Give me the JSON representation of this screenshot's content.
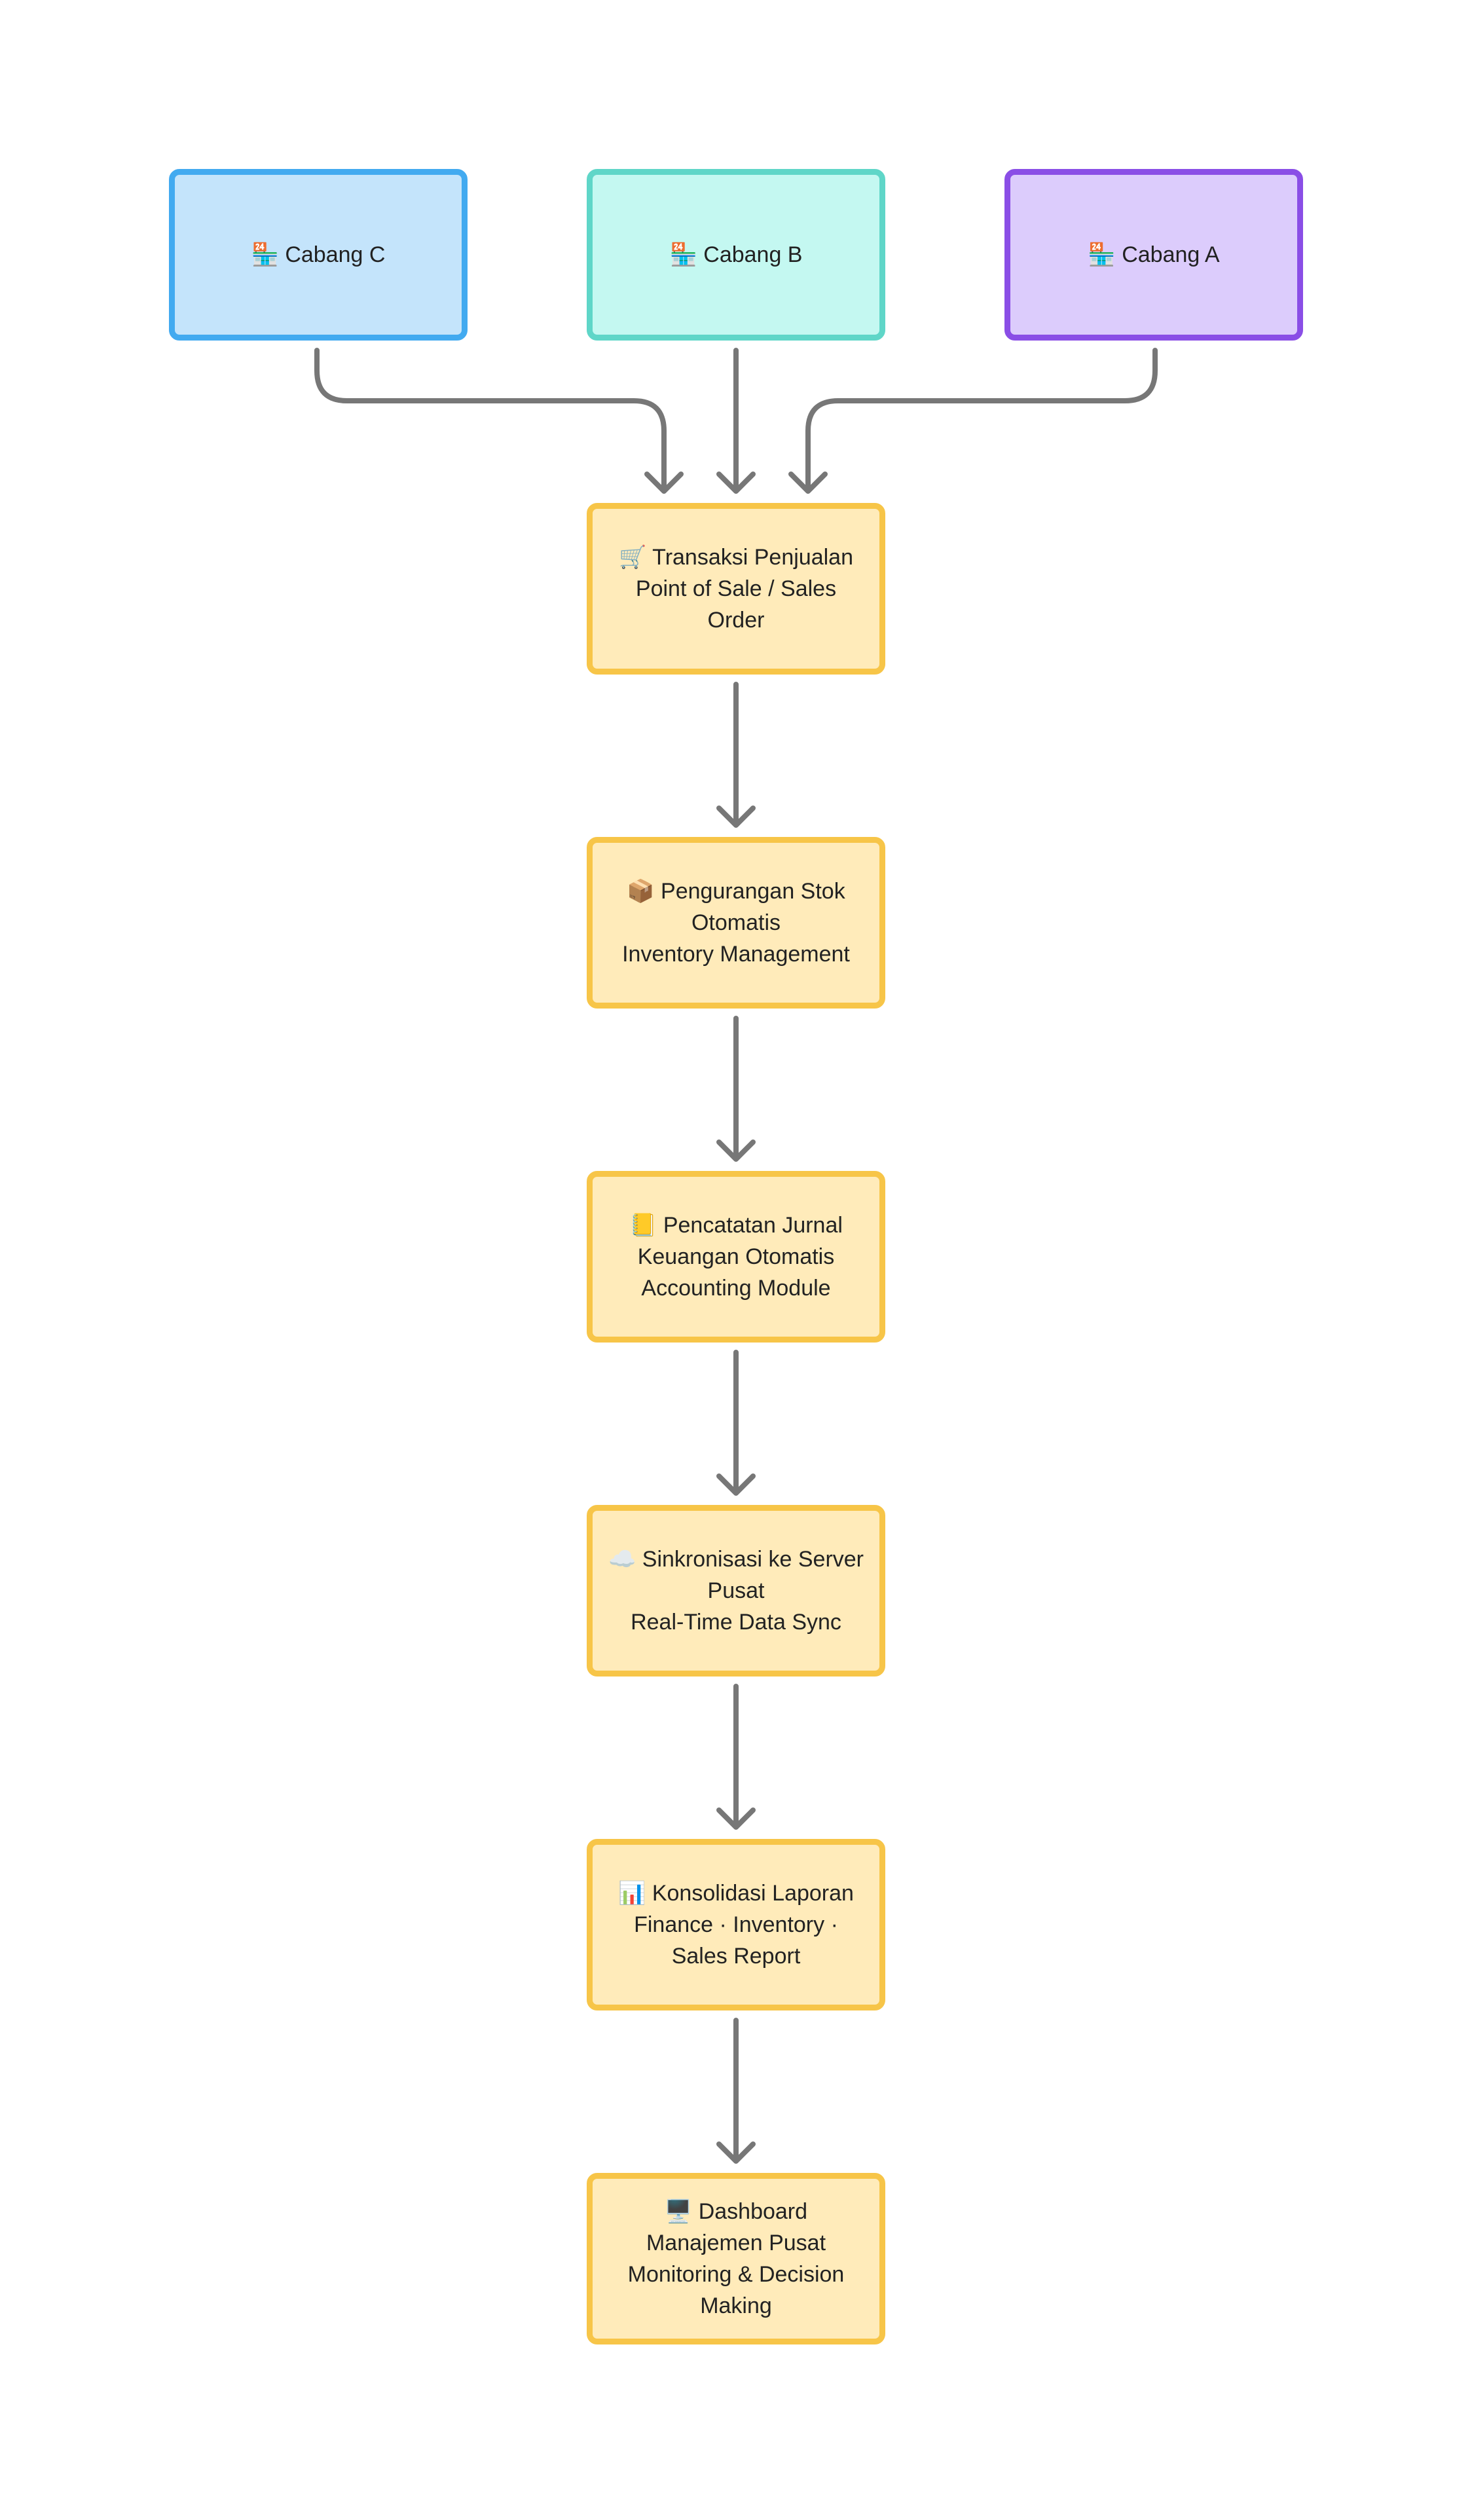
{
  "colors": {
    "branch_c_fill": "#c4e4fb",
    "branch_c_border": "#42aaf0",
    "branch_b_fill": "#c4f8f1",
    "branch_b_border": "#5fd6c8",
    "branch_a_fill": "#dcccfc",
    "branch_a_border": "#8a4ee6",
    "step_fill": "#ffebba",
    "step_border": "#f7c548",
    "arrow": "#777777"
  },
  "branches": [
    {
      "id": "c",
      "label": "🏪 Cabang C"
    },
    {
      "id": "b",
      "label": "🏪 Cabang B"
    },
    {
      "id": "a",
      "label": "🏪 Cabang A"
    }
  ],
  "steps": [
    {
      "id": "sales",
      "lines": [
        "🛒 Transaksi Penjualan",
        "Point of Sale / Sales",
        "Order"
      ]
    },
    {
      "id": "stock",
      "lines": [
        "📦 Pengurangan Stok",
        "Otomatis",
        "Inventory Management"
      ]
    },
    {
      "id": "journal",
      "lines": [
        "📒 Pencatatan Jurnal",
        "Keuangan Otomatis",
        "Accounting Module"
      ]
    },
    {
      "id": "sync",
      "lines": [
        "☁️ Sinkronisasi ke Server",
        "Pusat",
        "Real-Time Data Sync"
      ]
    },
    {
      "id": "report",
      "lines": [
        "📊 Konsolidasi Laporan",
        "Finance · Inventory ·",
        "Sales Report"
      ]
    },
    {
      "id": "dashboard",
      "lines": [
        "🖥️ Dashboard",
        "Manajemen Pusat",
        "Monitoring & Decision",
        "Making"
      ]
    }
  ]
}
